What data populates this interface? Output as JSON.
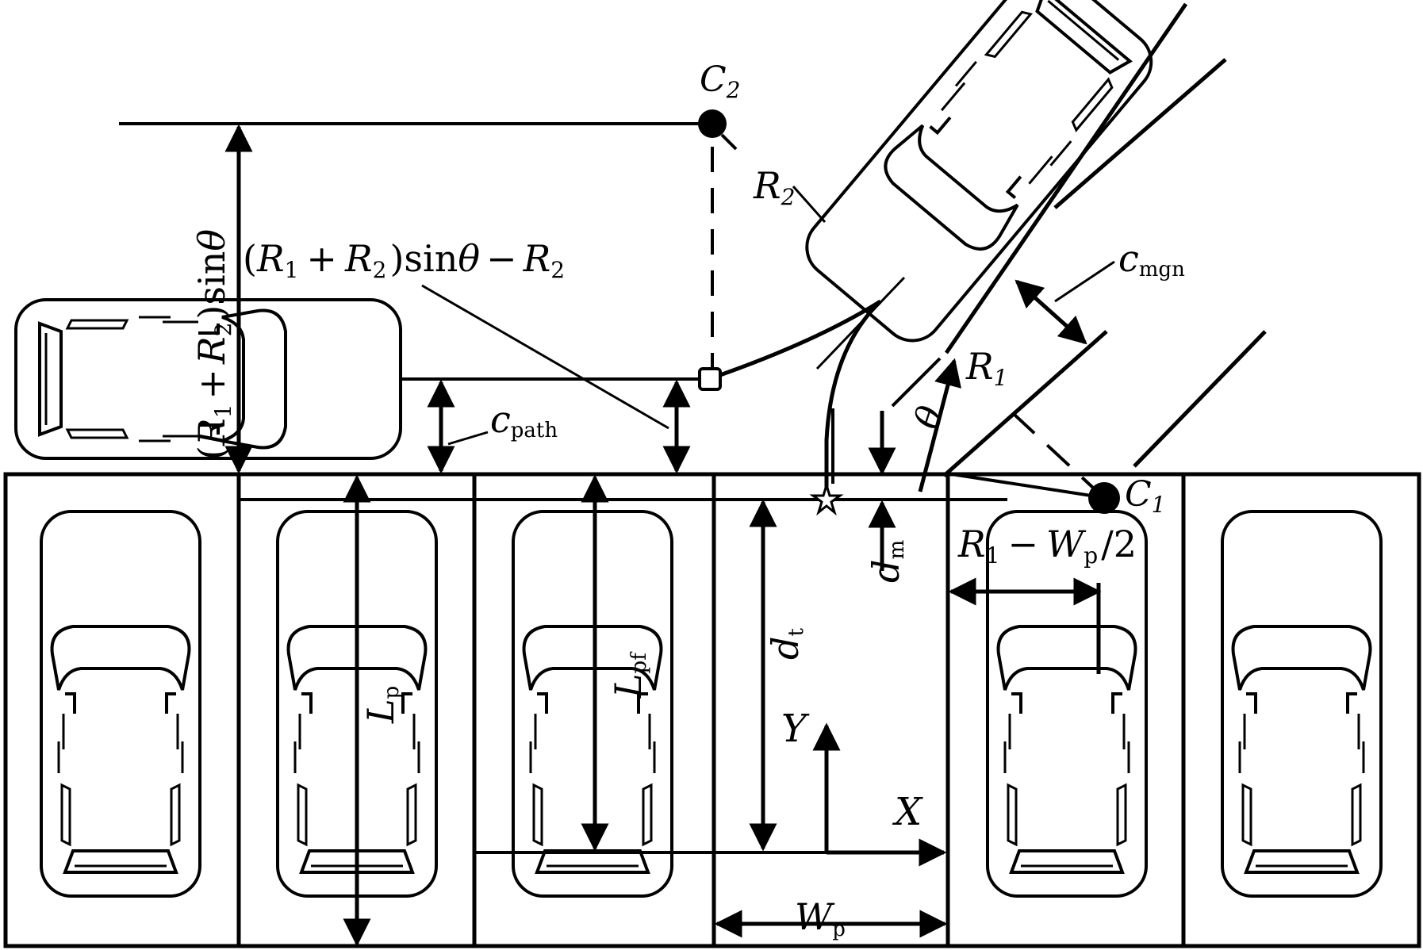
{
  "labels": {
    "c2_main": "C",
    "c2_sub": "2",
    "c1_main": "C",
    "c1_sub": "1",
    "r2_main": "R",
    "r2_sub": "2",
    "r1_main": "R",
    "r1_sub": "1",
    "theta": "θ",
    "cmgn_main": "c",
    "cmgn_sub": "mgn",
    "cpath_main": "c",
    "cpath_sub": "path",
    "dm_main": "d",
    "dm_sub": "m",
    "dt_main": "d",
    "dt_sub": "t",
    "lp_main": "L",
    "lp_sub": "p",
    "lpf_main": "L",
    "lpf_sub": "pf",
    "wp_main": "W",
    "wp_sub": "p",
    "axis_x": "X",
    "axis_y": "Y"
  },
  "formulas": {
    "left_vertical": {
      "open": "(",
      "r1": "R",
      "r1_sub": "1",
      "plus": "+",
      "r2": "R",
      "r2_sub": "2",
      "close": ")",
      "sin": "sin",
      "theta": "θ"
    },
    "top_middle": {
      "open": "(",
      "r1": "R",
      "r1_sub": "1",
      "plus": "+",
      "r2": "R",
      "r2_sub": "2",
      "close": ")",
      "sin": "sin",
      "theta": "θ",
      "minus": "−",
      "r2b": "R",
      "r2b_sub": "2"
    },
    "right_bottom": {
      "r1": "R",
      "r1_sub": "1",
      "minus": "−",
      "w": "W",
      "w_sub": "p",
      "slash": "/",
      "two": "2"
    }
  },
  "icons": {
    "start_marker": "star-icon",
    "path_point": "square-marker-icon",
    "centers": "filled-circle-icon"
  }
}
